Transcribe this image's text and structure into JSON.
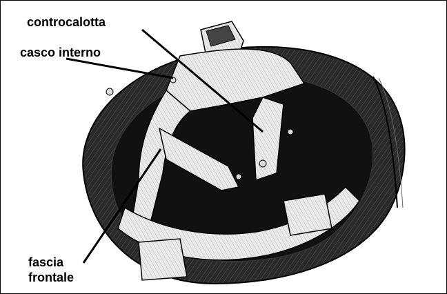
{
  "labels": {
    "controcalotta": "controcalotta",
    "casco_interno": "casco interno",
    "fascia_line1": "fascia",
    "fascia_line2": "frontale"
  },
  "colors": {
    "ink": "#000000",
    "paper": "#ffffff",
    "shell_dark": "#1a1a1a",
    "harness_light": "#f2f2f2"
  }
}
